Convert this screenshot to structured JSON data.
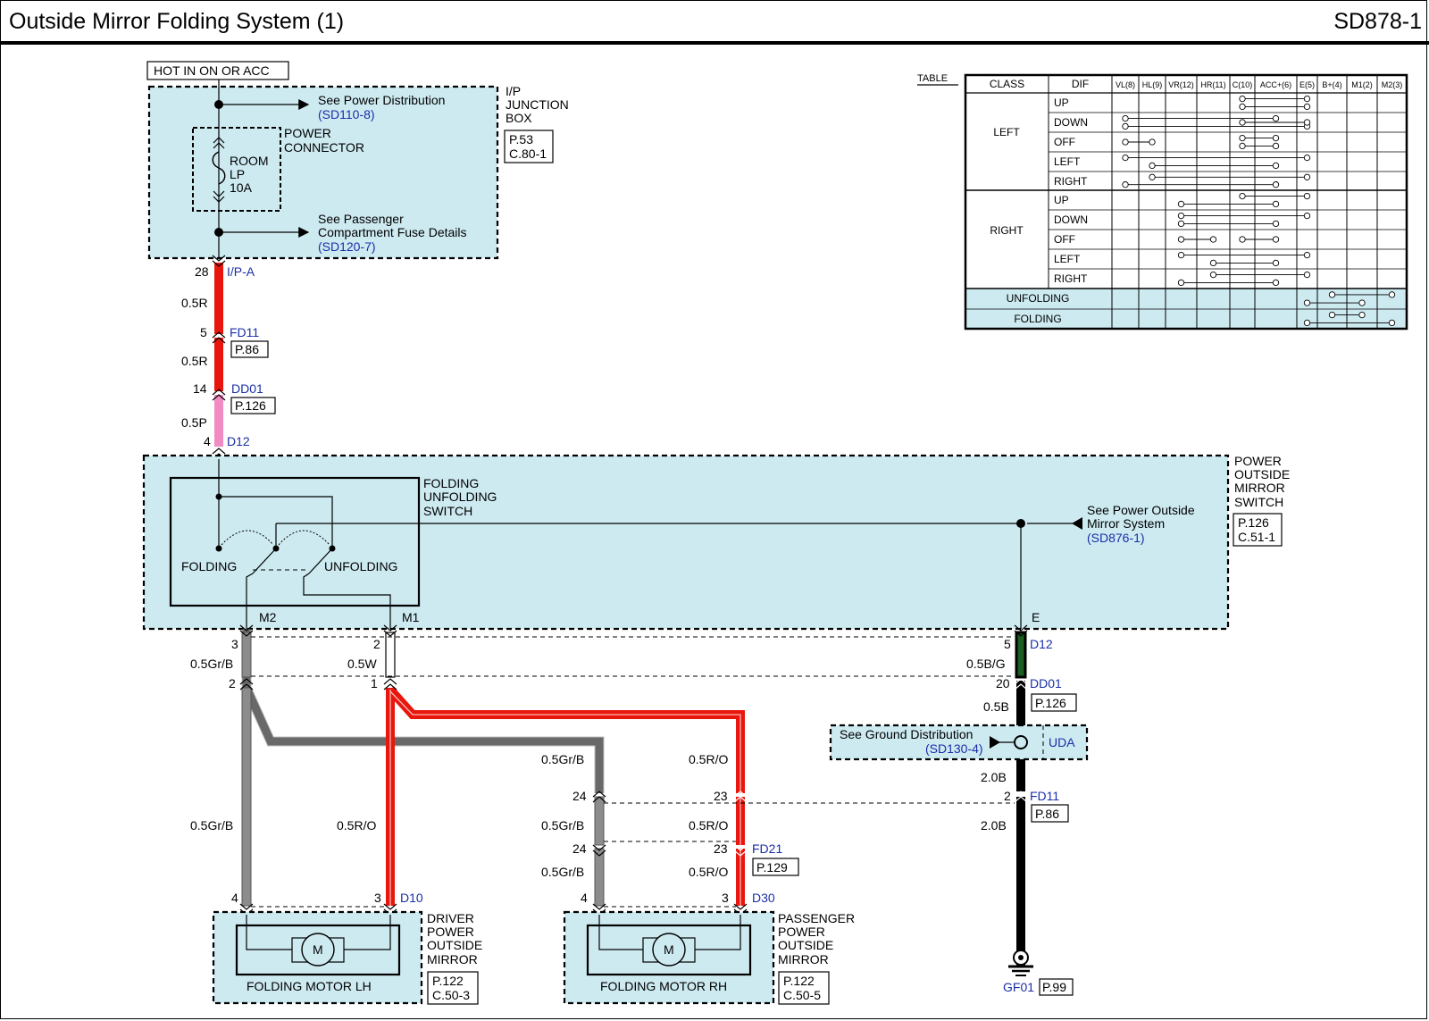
{
  "title": "Outside Mirror Folding System (1)",
  "code": "SD878-1",
  "power_label": "HOT IN ON OR ACC",
  "junction_box": {
    "name": [
      "I/P",
      "JUNCTION",
      "BOX"
    ],
    "page": "P.53",
    "conn": "C.80-1",
    "see_power": "See Power Distribution",
    "see_power_ref": "(SD110-8)",
    "power_connector": [
      "POWER",
      "CONNECTOR"
    ],
    "fuse": [
      "ROOM",
      "LP",
      "10A"
    ],
    "see_fuse": [
      "See Passenger",
      "Compartment Fuse Details"
    ],
    "see_fuse_ref": "(SD120-7)"
  },
  "connectors": {
    "ipa": {
      "pin": "28",
      "name": "I/P-A"
    },
    "fd11_top": {
      "pin": "5",
      "name": "FD11",
      "page": "P.86"
    },
    "dd01_top": {
      "pin": "14",
      "name": "DD01",
      "page": "P.126"
    },
    "d12_top": {
      "pin": "4",
      "name": "D12"
    },
    "d12_m2": "3",
    "d12_m1": "2",
    "d12_e": {
      "pin": "5",
      "name": "D12"
    },
    "dd01_m2": "2",
    "dd01_m1": "1",
    "dd01_e": {
      "pin": "20",
      "name": "DD01",
      "page": "P.126"
    },
    "fd11_l": "24",
    "fd11_r": "23",
    "fd11_e": {
      "pin": "2",
      "name": "FD11",
      "page": "P.86"
    },
    "fd21_l": "24",
    "fd21_r": {
      "pin": "23",
      "name": "FD21",
      "page": "P.129"
    },
    "d10_l": "4",
    "d10_r": {
      "pin": "3",
      "name": "D10"
    },
    "d30_l": "4",
    "d30_r": {
      "pin": "3",
      "name": "D30"
    }
  },
  "wires": {
    "w1": "0.5R",
    "w2": "0.5R",
    "w3": "0.5P",
    "gr1": "0.5Gr/B",
    "w1b": "0.5W",
    "bg": "0.5B/G",
    "b1": "0.5B",
    "gr_mid": "0.5Gr/B",
    "ro_mid": "0.5R/O",
    "b2": "2.0B",
    "b3": "2.0B",
    "gr_lh": "0.5Gr/B",
    "ro_lh": "0.5R/O",
    "gr_rh1": "0.5Gr/B",
    "ro_rh1": "0.5R/O",
    "gr_rh2": "0.5Gr/B",
    "ro_rh2": "0.5R/O"
  },
  "switch": {
    "name": [
      "POWER",
      "OUTSIDE",
      "MIRROR",
      "SWITCH"
    ],
    "page": "P.126",
    "conn": "C.51-1",
    "sub": [
      "FOLDING",
      "UNFOLDING",
      "SWITCH"
    ],
    "folding": "FOLDING",
    "unfolding": "UNFOLDING",
    "m2": "M2",
    "m1": "M1",
    "e": "E",
    "see": [
      "See Power Outside",
      "Mirror System"
    ],
    "see_ref": "(SD876-1)"
  },
  "ground_dist": {
    "text": "See Ground Distribution",
    "ref": "(SD130-4)",
    "uda": "UDA"
  },
  "ground": {
    "name": "GF01",
    "page": "P.99"
  },
  "driver": {
    "name": [
      "DRIVER",
      "POWER",
      "OUTSIDE",
      "MIRROR"
    ],
    "motor": "FOLDING MOTOR LH",
    "page": "P.122",
    "conn": "C.50-3"
  },
  "passenger": {
    "name": [
      "PASSENGER",
      "POWER",
      "OUTSIDE",
      "MIRROR"
    ],
    "motor": "FOLDING MOTOR RH",
    "page": "P.122",
    "conn": "C.50-5"
  },
  "motor_symbol": "M",
  "table": {
    "label": "TABLE",
    "headers": [
      "CLASS",
      "DIF",
      "VL(8)",
      "HL(9)",
      "VR(12)",
      "HR(11)",
      "C(10)",
      "ACC+(6)",
      "E(5)",
      "B+(4)",
      "M1(2)",
      "M2(3)"
    ],
    "left_class": "LEFT",
    "right_class": "RIGHT",
    "left_rows": [
      "UP",
      "DOWN",
      "OFF",
      "LEFT",
      "RIGHT"
    ],
    "right_rows": [
      "UP",
      "DOWN",
      "OFF",
      "LEFT",
      "RIGHT"
    ],
    "unfolding": "UNFOLDING",
    "folding": "FOLDING"
  },
  "colors": {
    "panel": "#cdeaf1",
    "red": "#e8160c",
    "pink": "#f08bc3",
    "gray": "#8c8c8c",
    "blue_ref": "#1a2ea8"
  }
}
